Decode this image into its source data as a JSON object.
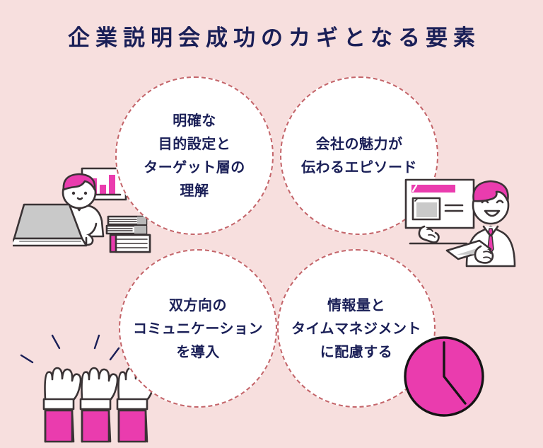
{
  "poster": {
    "background_color": "#f7dfde",
    "title": "企業説明会成功のカギとなる要素",
    "title_color": "#1a1f57",
    "accent_color": "#ea3cae",
    "dashed_border_color": "#c4656a",
    "circle_fill_color": "#ffffff",
    "outline_color": "#3a3335"
  },
  "circles": [
    {
      "id": "circle-1",
      "position": "top-left",
      "text": "明確な\n目的設定と\nターゲット層の\n理解",
      "lines": [
        "明確な",
        "目的設定と",
        "ターゲット層の",
        "理解"
      ]
    },
    {
      "id": "circle-2",
      "position": "top-right",
      "text": "会社の魅力が\n伝わるエピソード",
      "lines": [
        "会社の魅力が",
        "伝わるエピソード"
      ]
    },
    {
      "id": "circle-3",
      "position": "bottom-left",
      "text": "双方向の\nコミュニケーション\nを導入",
      "lines": [
        "双方向の",
        "コミュニケーション",
        "を導入"
      ]
    },
    {
      "id": "circle-4",
      "position": "bottom-right",
      "text": "情報量と\nタイムマネジメント\nに配慮する",
      "lines": [
        "情報量と",
        "タイムマネジメント",
        "に配慮する"
      ]
    }
  ],
  "illustrations": [
    {
      "id": "illus-laptop",
      "name": "person-at-laptop-illustration",
      "description": "ピンク髪の人物がノートパソコンで作業、棒グラフのボードと本の山",
      "icon": "laptop-person-icon"
    },
    {
      "id": "illus-presenter",
      "name": "presenter-illustration",
      "description": "ピンク髪のスーツの人物がスライドボードを指して説明",
      "icon": "presenter-icon"
    },
    {
      "id": "illus-hands",
      "name": "raised-hands-illustration",
      "description": "ピンクの袖の手が3本挙がっている",
      "icon": "raised-hands-icon"
    },
    {
      "id": "illus-clock",
      "name": "clock-illustration",
      "description": "マゼンタ色の時計",
      "icon": "clock-icon"
    }
  ]
}
